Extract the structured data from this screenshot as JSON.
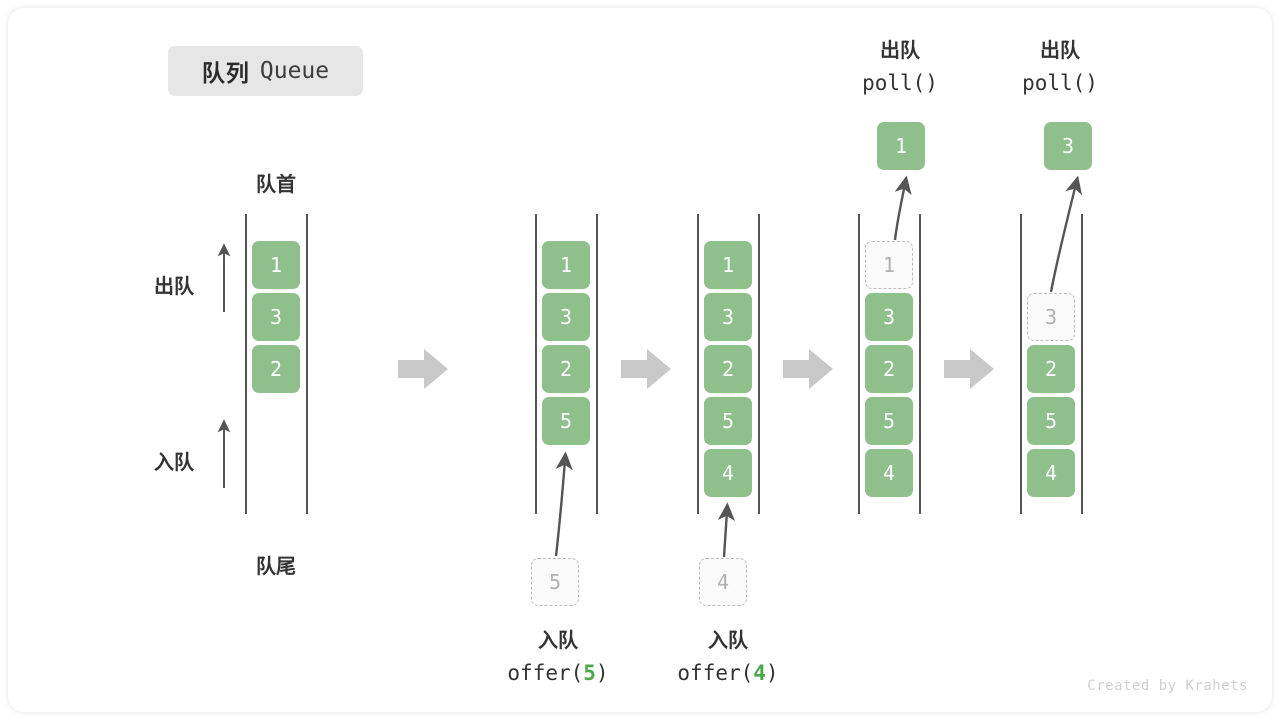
{
  "title": {
    "cn": "队列",
    "en": "Queue"
  },
  "labels": {
    "front": "队首",
    "rear": "队尾",
    "dequeue_arrow": "出队",
    "enqueue_arrow": "入队"
  },
  "colors": {
    "cell_green": "#8fbf8b",
    "ghost_border": "#bdbdbd",
    "ghost_text": "#b0b0b0",
    "rail": "#555555",
    "step_arrow": "#c8c8c8",
    "badge_bg": "#e6e6e6",
    "accent_number": "#4ca64c"
  },
  "operations": {
    "offer5": {
      "line1": "入队",
      "line2_pre": "offer(",
      "line2_num": "5",
      "line2_post": ")"
    },
    "offer4": {
      "line1": "入队",
      "line2_pre": "offer(",
      "line2_num": "4",
      "line2_post": ")"
    },
    "poll1": {
      "line1": "出队",
      "line2_pre": "poll(",
      "line2_num": "",
      "line2_post": ")"
    },
    "poll2": {
      "line1": "出队",
      "line2_pre": "poll(",
      "line2_num": "",
      "line2_post": ")"
    }
  },
  "columns": [
    {
      "name": "initial-queue",
      "cells": [
        {
          "value": "1",
          "ghost": false
        },
        {
          "value": "3",
          "ghost": false
        },
        {
          "value": "2",
          "ghost": false
        }
      ]
    },
    {
      "name": "after-offer-5",
      "cells": [
        {
          "value": "1",
          "ghost": false
        },
        {
          "value": "3",
          "ghost": false
        },
        {
          "value": "2",
          "ghost": false
        },
        {
          "value": "5",
          "ghost": false
        }
      ],
      "incoming": {
        "value": "5",
        "ghost": true
      }
    },
    {
      "name": "after-offer-4",
      "cells": [
        {
          "value": "1",
          "ghost": false
        },
        {
          "value": "3",
          "ghost": false
        },
        {
          "value": "2",
          "ghost": false
        },
        {
          "value": "5",
          "ghost": false
        },
        {
          "value": "4",
          "ghost": false
        }
      ],
      "incoming": {
        "value": "4",
        "ghost": true
      }
    },
    {
      "name": "after-poll-1",
      "cells": [
        {
          "value": "1",
          "ghost": true
        },
        {
          "value": "3",
          "ghost": false
        },
        {
          "value": "2",
          "ghost": false
        },
        {
          "value": "5",
          "ghost": false
        },
        {
          "value": "4",
          "ghost": false
        }
      ],
      "popped": {
        "value": "1",
        "ghost": false
      }
    },
    {
      "name": "after-poll-3",
      "cells": [
        {
          "value": "3",
          "ghost": true
        },
        {
          "value": "2",
          "ghost": false
        },
        {
          "value": "5",
          "ghost": false
        },
        {
          "value": "4",
          "ghost": false
        }
      ],
      "popped": {
        "value": "3",
        "ghost": false
      }
    }
  ],
  "watermark": "Created by Krahets"
}
